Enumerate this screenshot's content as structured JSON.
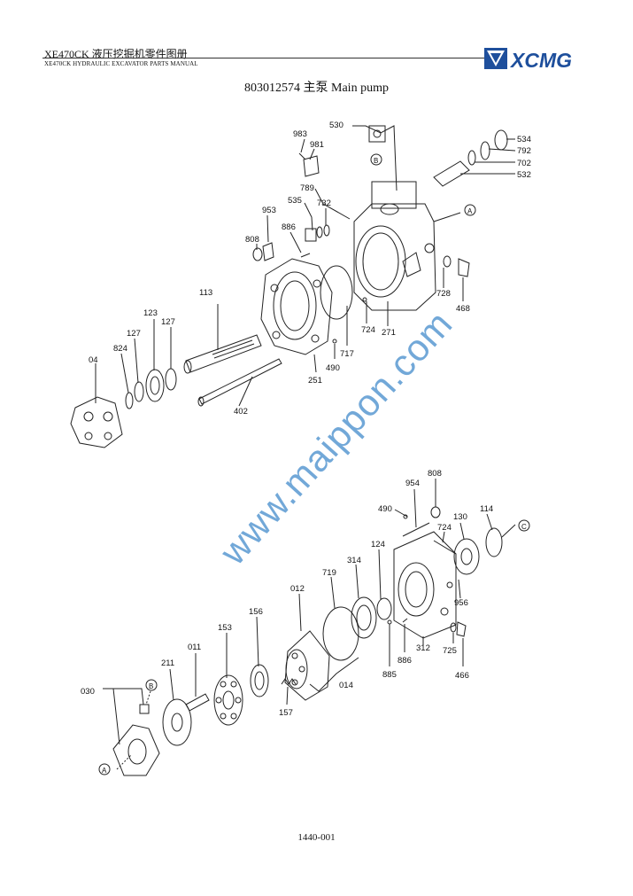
{
  "header": {
    "title": "XE470CK  液压挖掘机零件图册",
    "subtitle": "XE470CK HYDRAULIC EXCAVATOR PARTS MANUAL",
    "logo_text": "XCMG"
  },
  "doc_title": "803012574 主泵  Main pump",
  "watermark": "www.maippon.com",
  "footer": {
    "page_code": "1440-001"
  },
  "callouts": {
    "c530": "530",
    "c534": "534",
    "c792": "792",
    "c702": "702",
    "c532": "532",
    "c983": "983",
    "c981": "981",
    "c789": "789",
    "c535": "535",
    "c732": "732",
    "c953": "953",
    "c808": "808",
    "c886": "886",
    "c728": "728",
    "c468": "468",
    "c113": "113",
    "c123": "123",
    "c127a": "127",
    "c127b": "127",
    "c824": "824",
    "c04": "04",
    "c724": "724",
    "c271": "271",
    "c717": "717",
    "c490": "490",
    "c251": "251",
    "c402": "402",
    "d808": "808",
    "d954": "954",
    "d490": "490",
    "d130": "130",
    "d114": "114",
    "d724": "724",
    "d124": "124",
    "d314": "314",
    "d719": "719",
    "d012": "012",
    "d956": "956",
    "d156": "156",
    "d153": "153",
    "d011": "011",
    "d211": "211",
    "d312": "312",
    "d725": "725",
    "d886": "886",
    "d885": "885",
    "d466": "466",
    "d014": "014",
    "d157": "157",
    "d030": "030"
  },
  "markers": {
    "A": "A",
    "B": "B",
    "C": "C"
  }
}
